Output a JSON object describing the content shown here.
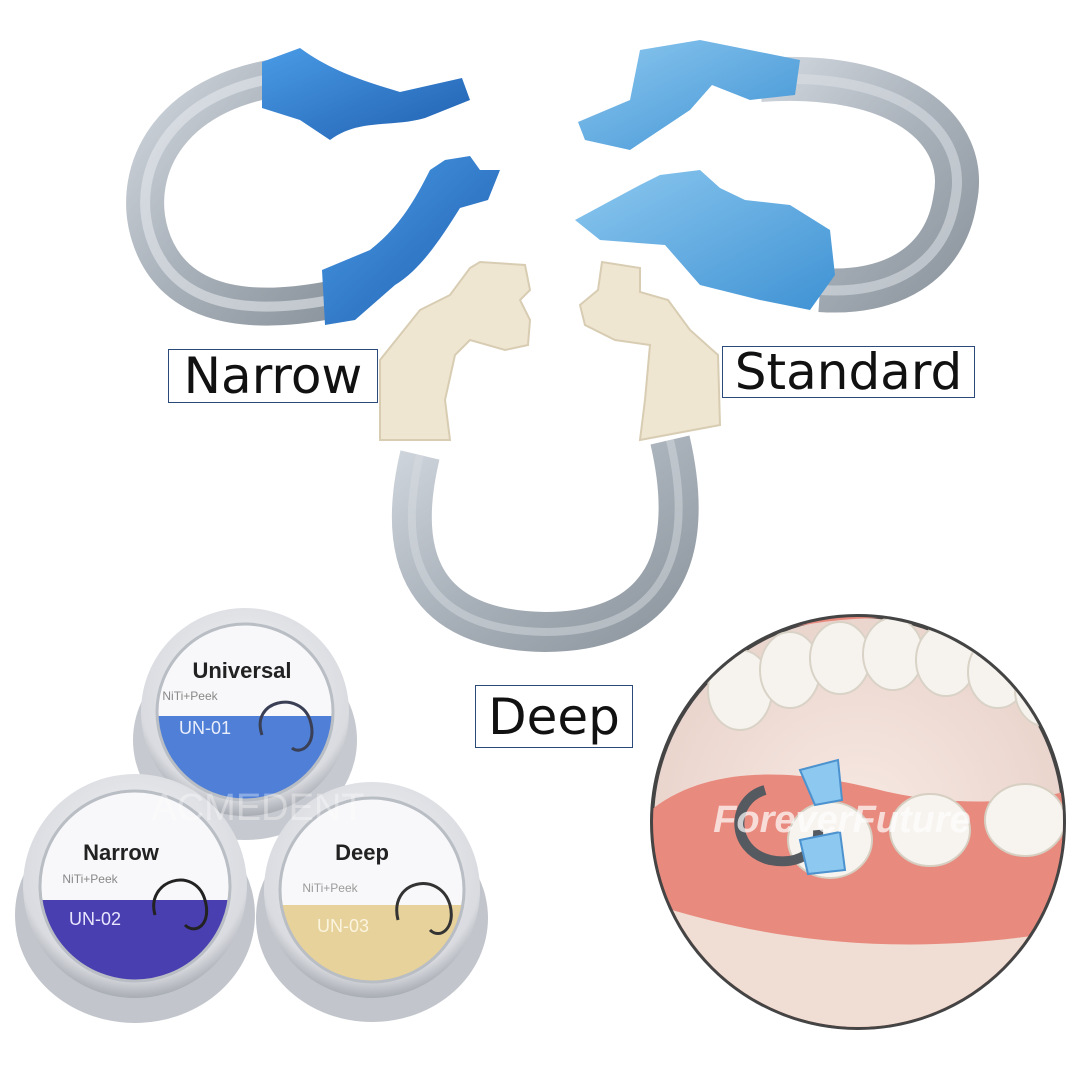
{
  "labels": {
    "narrow": "Narrow",
    "standard": "Standard",
    "deep": "Deep"
  },
  "jars": [
    {
      "title": "Universal",
      "material": "NiTi+Peek",
      "code": "UN-01",
      "color": "#4f7fd6"
    },
    {
      "title": "Narrow",
      "material": "NiTi+Peek",
      "code": "UN-02",
      "color": "#4a3fb0"
    },
    {
      "title": "Deep",
      "material": "NiTi+Peek",
      "code": "UN-03",
      "color": "#e6d29a"
    }
  ],
  "watermarks": {
    "brand": "ACMEDENT",
    "photo": "ForeverFuture"
  },
  "colors": {
    "ring_blue": "#3a86d8",
    "ring_light_blue": "#6cb6e8",
    "peek": "#efe6d2",
    "steel": "#b5bcc4",
    "gum": "#e98a7e"
  }
}
